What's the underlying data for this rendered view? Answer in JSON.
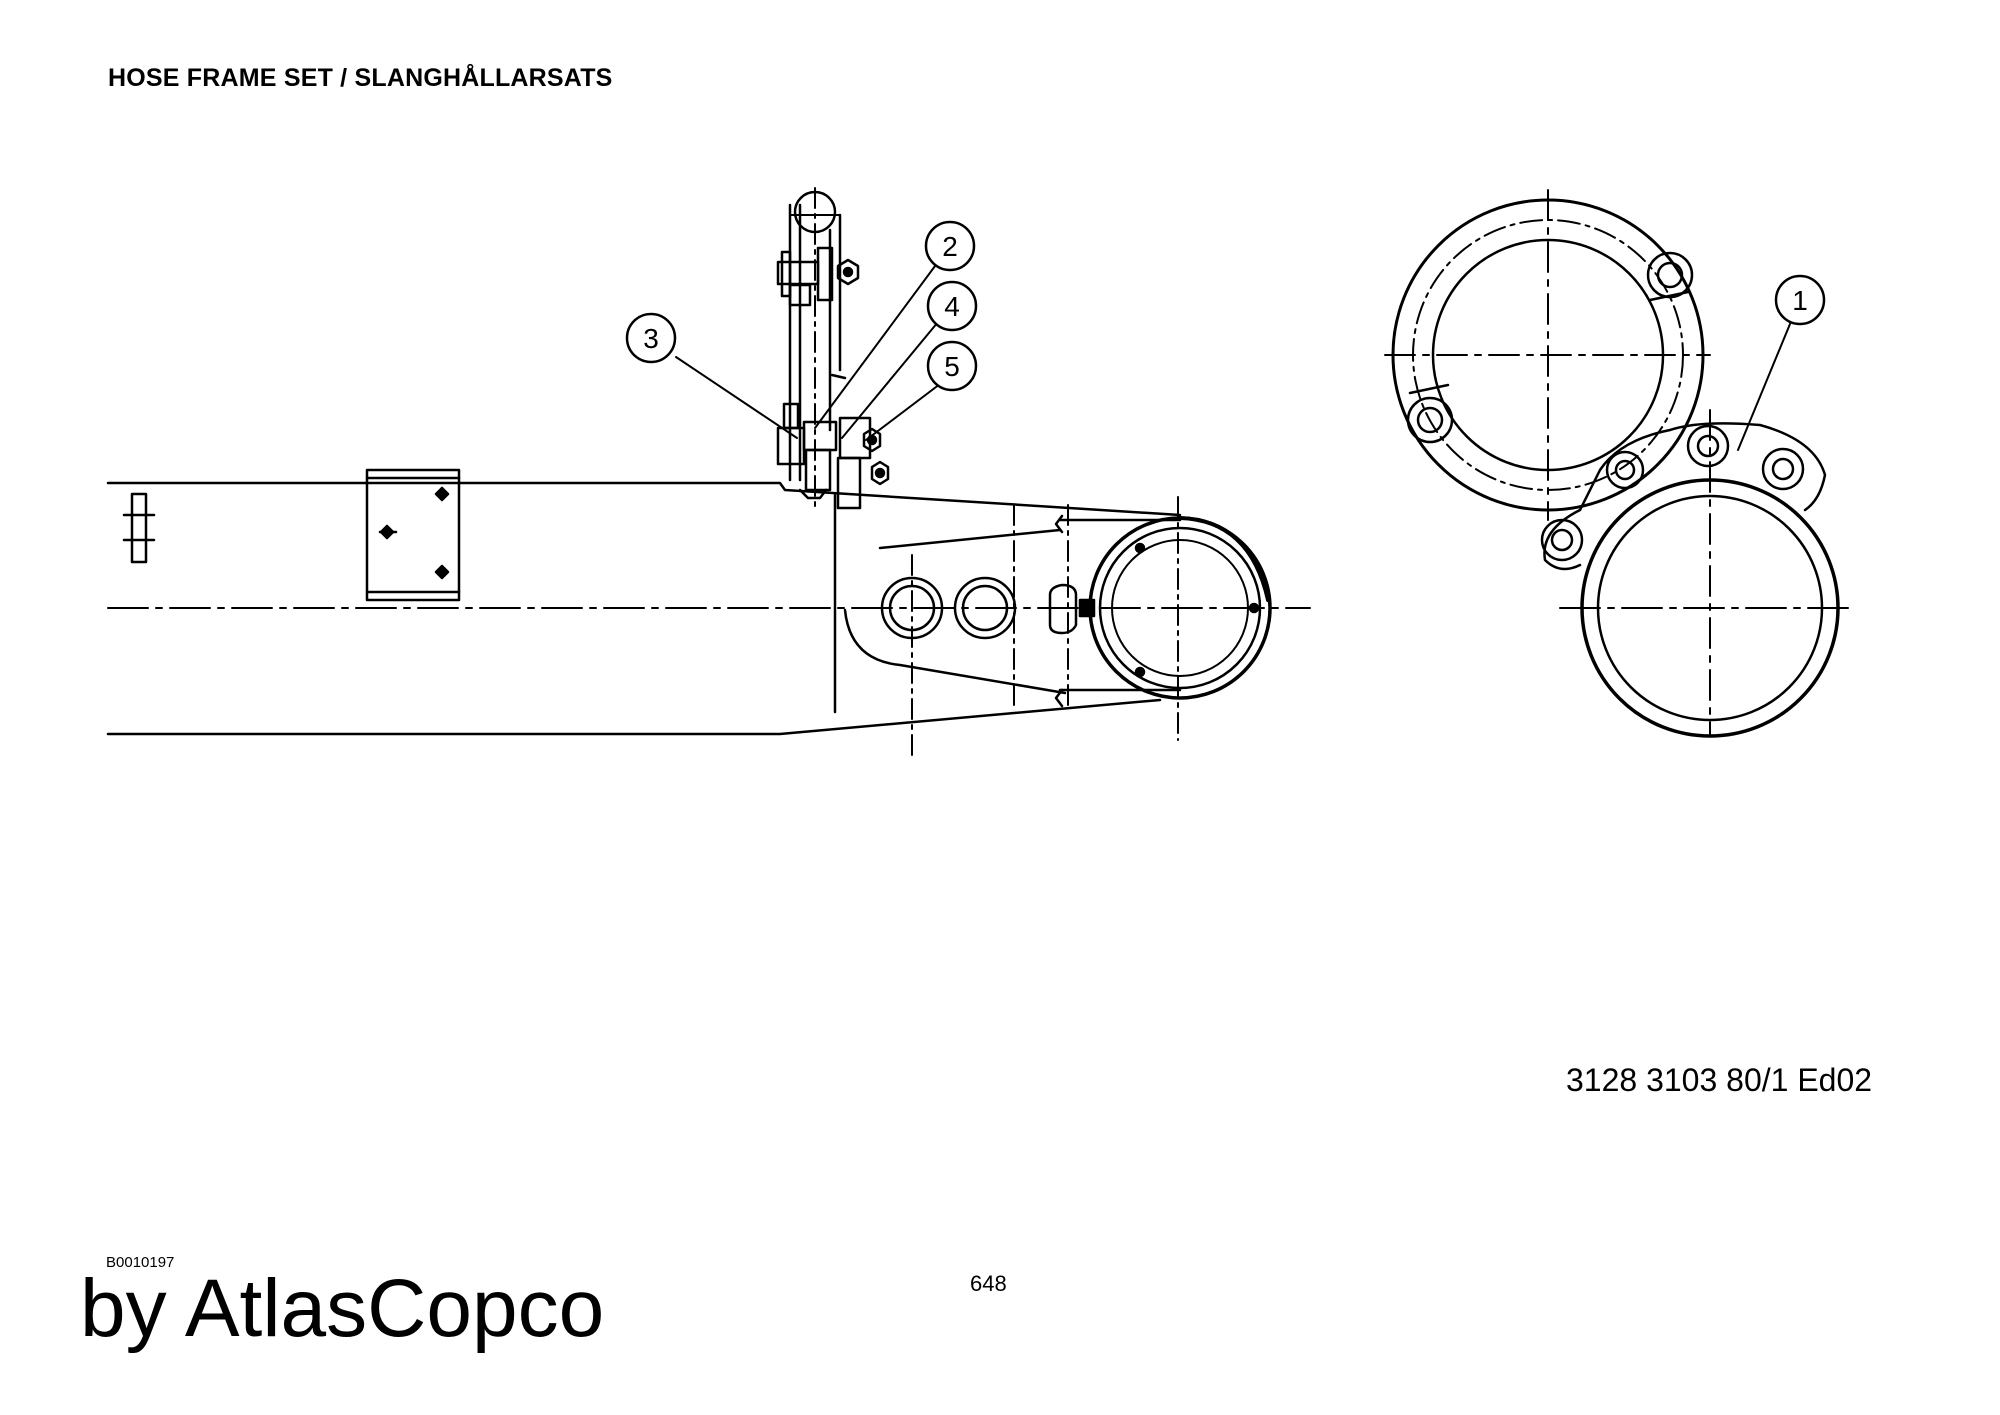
{
  "header": {
    "title": "HOSE FRAME SET / SLANGHÅLLARSATS"
  },
  "diagram": {
    "callouts": [
      {
        "label": "1"
      },
      {
        "label": "2"
      },
      {
        "label": "3"
      },
      {
        "label": "4"
      },
      {
        "label": "5"
      }
    ],
    "drawing_number": "3128 3103 80/1  Ed02"
  },
  "footer": {
    "image_id": "B0010197",
    "page_number": "648",
    "brand": "by AtlasCopco"
  }
}
